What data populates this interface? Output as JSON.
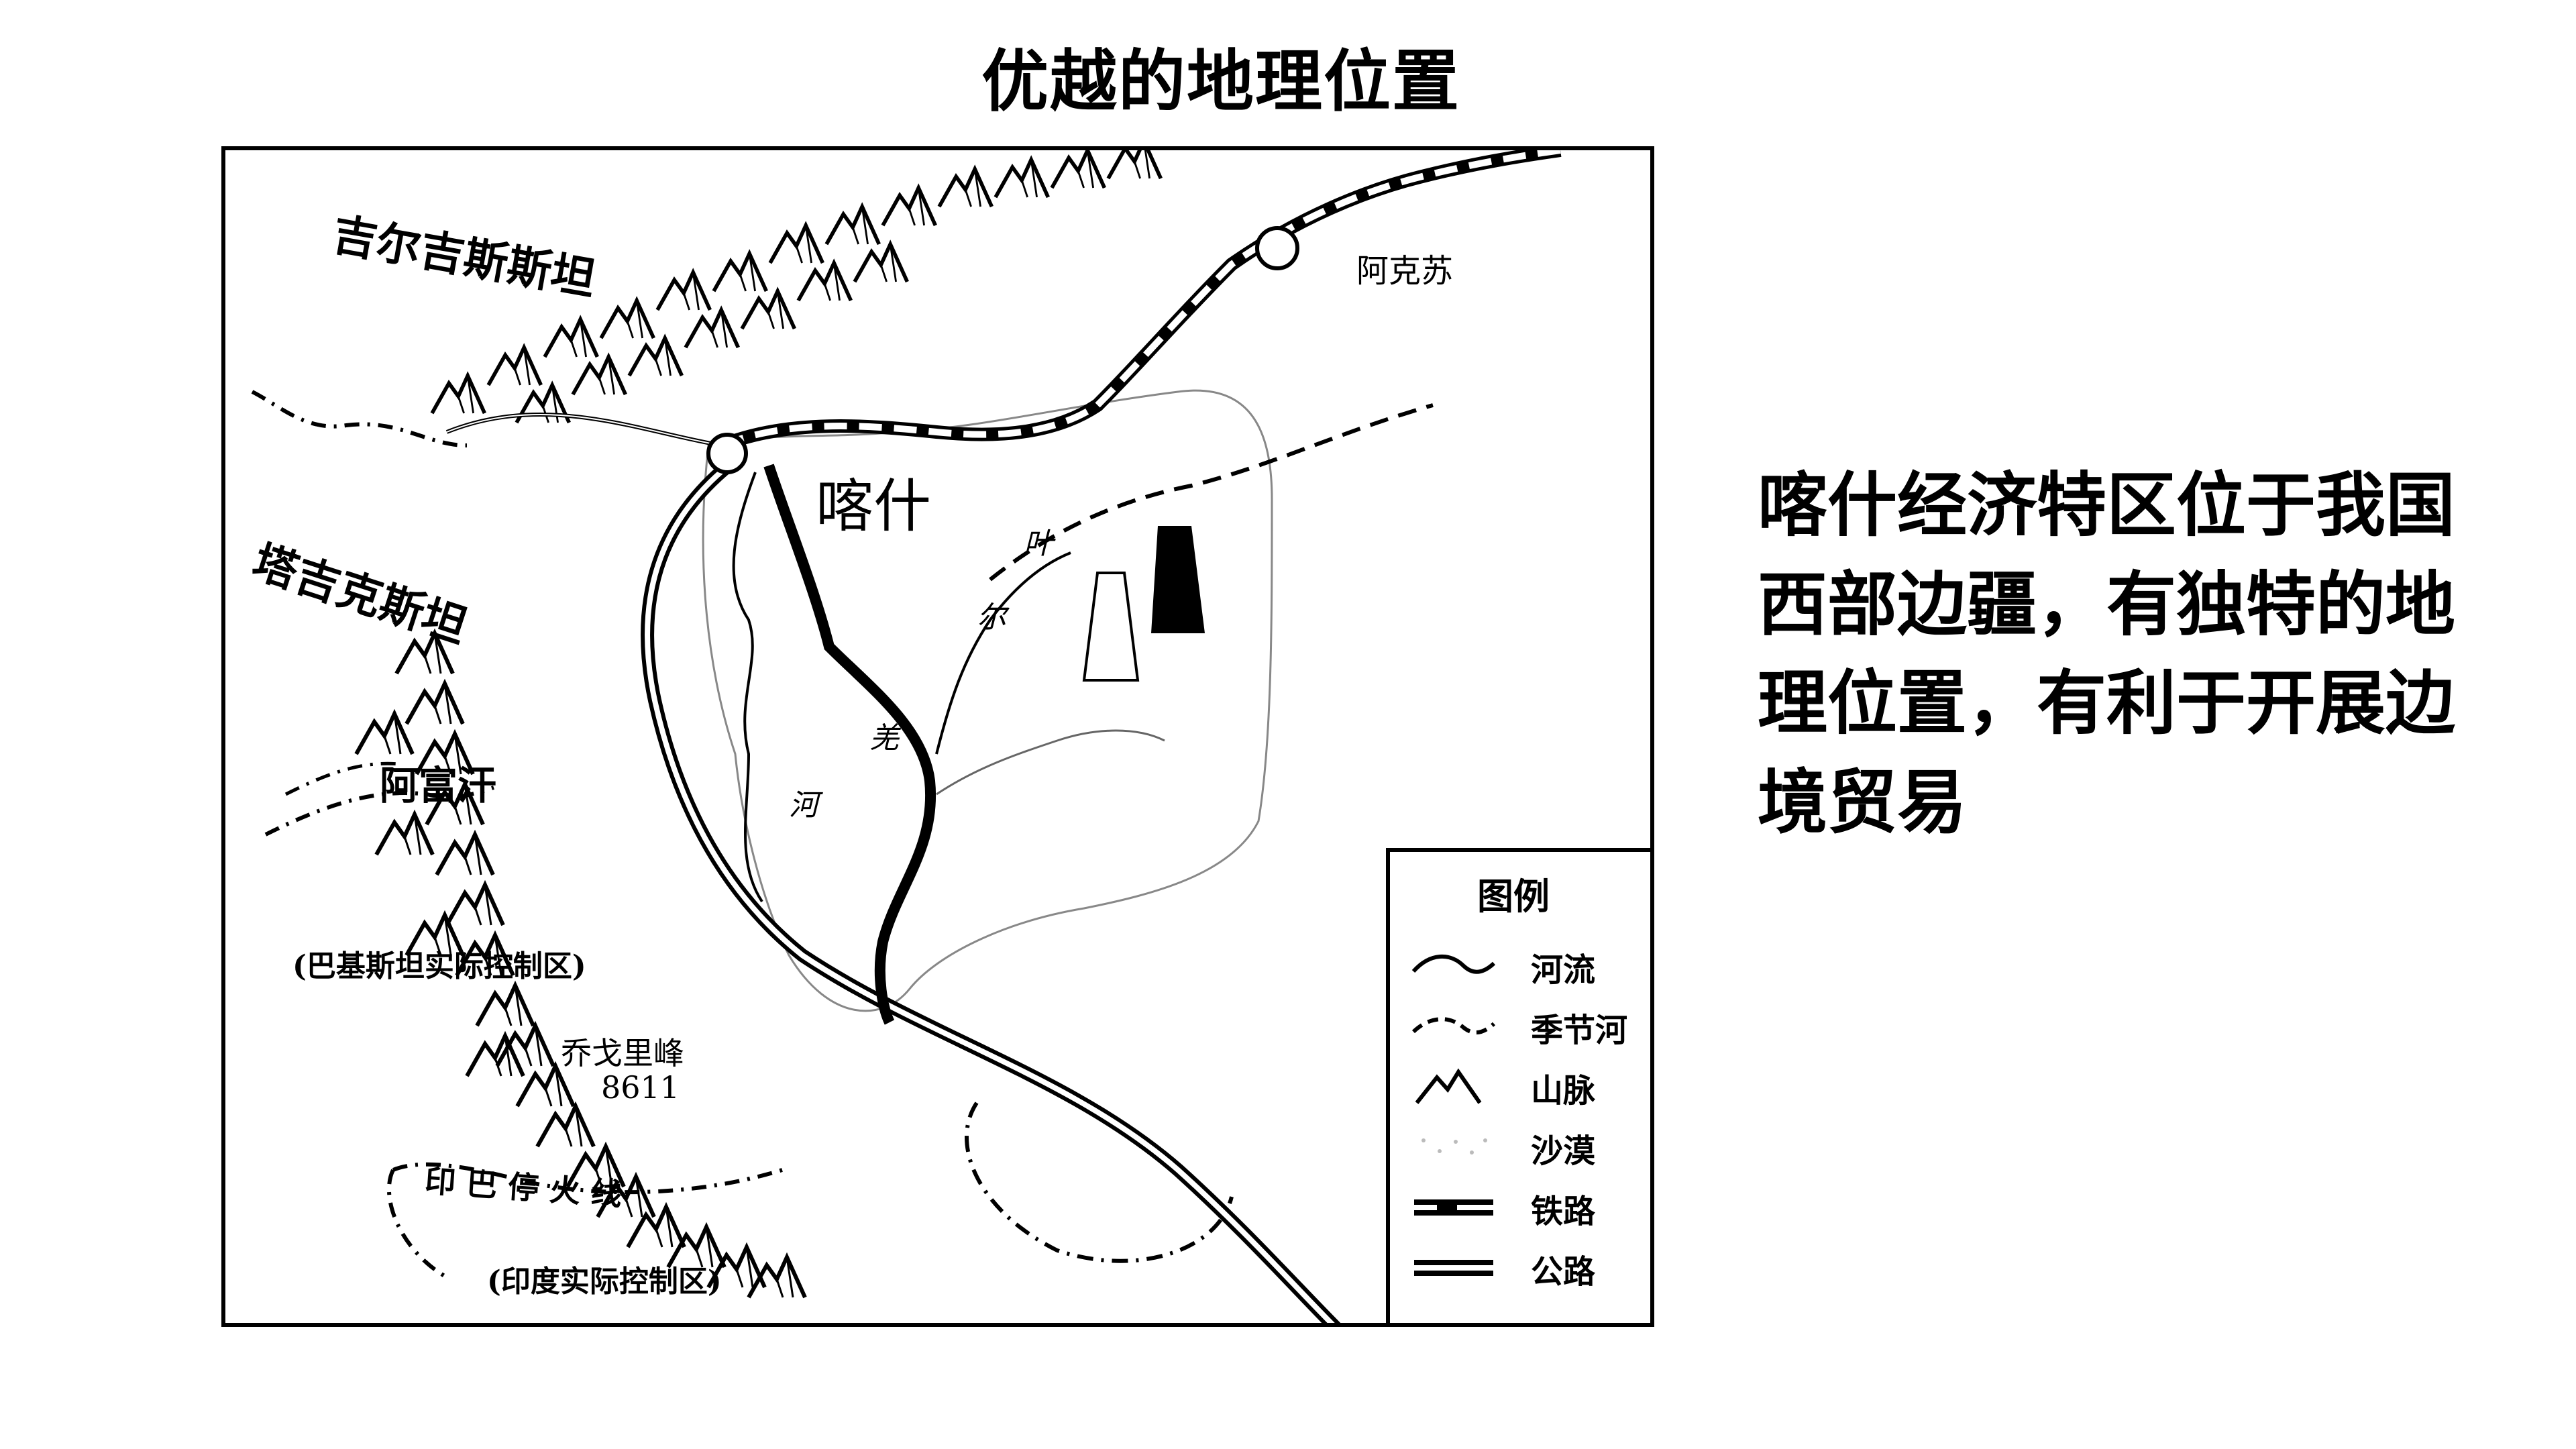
{
  "slide": {
    "title": "优越的地理位置",
    "description": "喀什经济特区位于我国西部边疆，有独特的地理位置，有利于开展边境贸易"
  },
  "map": {
    "labels": {
      "kyrgyzstan": "吉尔吉斯斯坦",
      "tajikistan": "塔吉克斯坦",
      "afghanistan": "阿富汗",
      "pakistan": "(巴基斯坦实际控制区)",
      "qogir_name": "乔戈里峰",
      "qogir_height": "8611",
      "india_pakistan_line": "印  巴  停  火  线",
      "india": "(印度实际控制区)",
      "kashgar": "喀什",
      "aksu": "阿克苏",
      "river_chars": [
        "叶",
        "尔",
        "羌",
        "河"
      ]
    },
    "legend": {
      "title": "图例",
      "items": [
        {
          "label": "河流",
          "symbol": "river-icon"
        },
        {
          "label": "季节河",
          "symbol": "seasonal-river-icon"
        },
        {
          "label": "山脉",
          "symbol": "mountain-icon"
        },
        {
          "label": "沙漠",
          "symbol": "desert-icon"
        },
        {
          "label": "铁路",
          "symbol": "railway-icon"
        },
        {
          "label": "公路",
          "symbol": "highway-icon"
        }
      ]
    }
  }
}
